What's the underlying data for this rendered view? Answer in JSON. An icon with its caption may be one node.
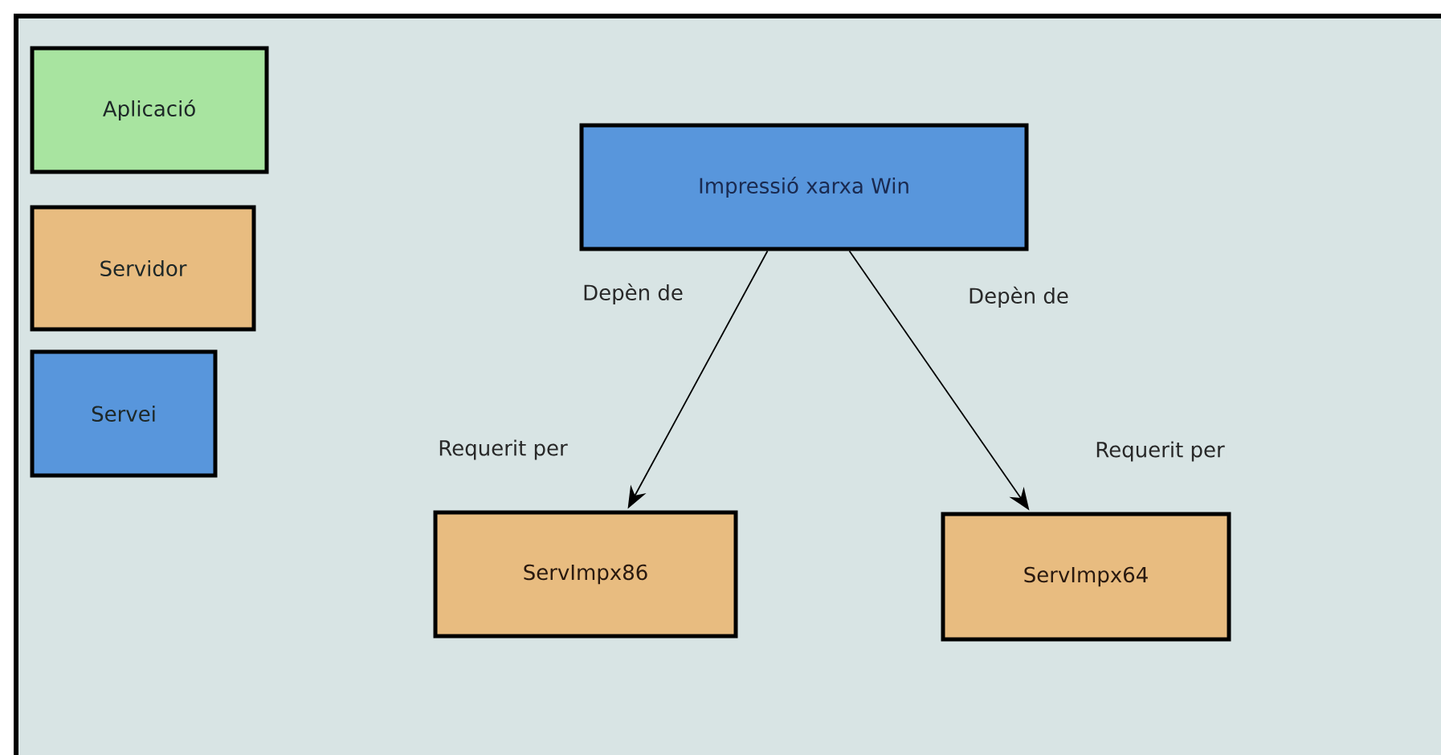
{
  "diagram": {
    "nodes": [
      {
        "text": [
          "Impressió xarxa Win"
        ]
      },
      {
        "text": [
          "ServImpx86"
        ]
      },
      {
        "text": [
          "ServImpx64"
        ]
      }
    ],
    "edges": [
      {
        "from": 0,
        "to": 1,
        "arrow": "to",
        "label": "Depèn de"
      },
      {
        "from": 0,
        "to": 2,
        "arrow": "to",
        "label": "Depèn de"
      }
    ],
    "labels": [
      "Requerit per",
      "Requerit per"
    ],
    "legend": [
      {
        "text": "Aplicació",
        "color": "#a8e4a0"
      },
      {
        "text": "Servidor",
        "color": "#e8bc80"
      },
      {
        "text": "Servei",
        "color": "#5896dc"
      }
    ]
  }
}
